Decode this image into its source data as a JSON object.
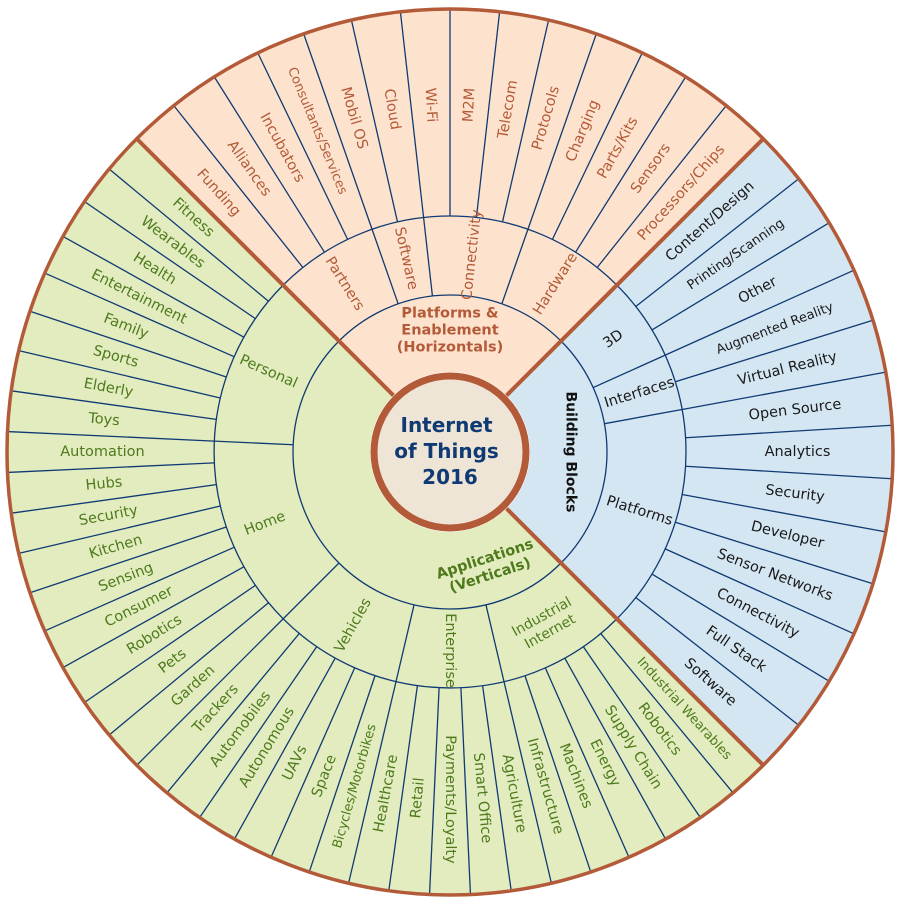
{
  "center": {
    "lines": [
      "Internet",
      "of Things",
      "2016"
    ],
    "fill": "#efe5d6",
    "text_color": "#0f3a73",
    "ring_color": "#b35a38"
  },
  "colors": {
    "boundary": "#b35a38",
    "divider": "#0f3a73"
  },
  "sectors": [
    {
      "id": "platforms",
      "title_lines": [
        "Platforms &",
        "Enablement",
        "(Horizontals)"
      ],
      "title_color": "#b35a38",
      "fill": "#fde3cd",
      "text_color": "#b35a38",
      "groups": [
        {
          "name": "Partners",
          "items": [
            "Funding",
            "Alliances",
            "Incubators",
            "Consultants/Services"
          ]
        },
        {
          "name": "Software",
          "items": [
            "Mobil OS",
            "Cloud"
          ]
        },
        {
          "name": "Connectivity",
          "items": [
            "Wi-Fi",
            "M2M",
            "Telecom",
            "Protocols"
          ]
        },
        {
          "name": "Hardware",
          "items": [
            "Charging",
            "Parts/Kits",
            "Sensors",
            "Processors/Chips"
          ]
        }
      ]
    },
    {
      "id": "building-blocks",
      "title_lines": [
        "Building Blocks"
      ],
      "title_color": "#111111",
      "fill": "#d5e6f3",
      "text_color": "#1a1a1a",
      "groups": [
        {
          "name": "3D",
          "items": [
            "Content/Design",
            "Printing/Scanning",
            "Other"
          ]
        },
        {
          "name": "Interfaces",
          "items": [
            "Augmented Reality",
            "Virtual Reality"
          ]
        },
        {
          "name": "Platforms",
          "items": [
            "Open Source",
            "Analytics",
            "Security",
            "Developer",
            "Sensor Networks",
            "Connectivity",
            "Full Stack",
            "Software"
          ]
        }
      ]
    },
    {
      "id": "applications",
      "title_lines": [
        "Applications",
        "(Verticals)"
      ],
      "title_color": "#4e7a1c",
      "fill": "#e2ecbf",
      "text_color": "#4e7a1c",
      "groups": [
        {
          "name": "Industrial Internet",
          "name_lines": [
            "Industrial",
            "Internet"
          ],
          "items": [
            "Industrial Wearables",
            "Robotics",
            "Supply Chain",
            "Energy",
            "Machines",
            "Infrastructure"
          ]
        },
        {
          "name": "Enterprise",
          "items": [
            "Agriculture",
            "Smart Office",
            "Payments/Loyalty",
            "Retail",
            "Healthcare"
          ]
        },
        {
          "name": "Vehicles",
          "items": [
            "Bicycles/Motorbikes",
            "Space",
            "UAVs",
            "Autonomous",
            "Automobiles",
            "Trackers"
          ]
        },
        {
          "name": "Home",
          "items": [
            "Garden",
            "Pets",
            "Robotics",
            "Consumer",
            "Sensing",
            "Kitchen",
            "Security",
            "Hubs",
            "Automation"
          ]
        },
        {
          "name": "Personal",
          "items": [
            "Toys",
            "Elderly",
            "Sports",
            "Family",
            "Entertainment",
            "Health",
            "Wearables",
            "Fitness"
          ]
        }
      ]
    }
  ]
}
